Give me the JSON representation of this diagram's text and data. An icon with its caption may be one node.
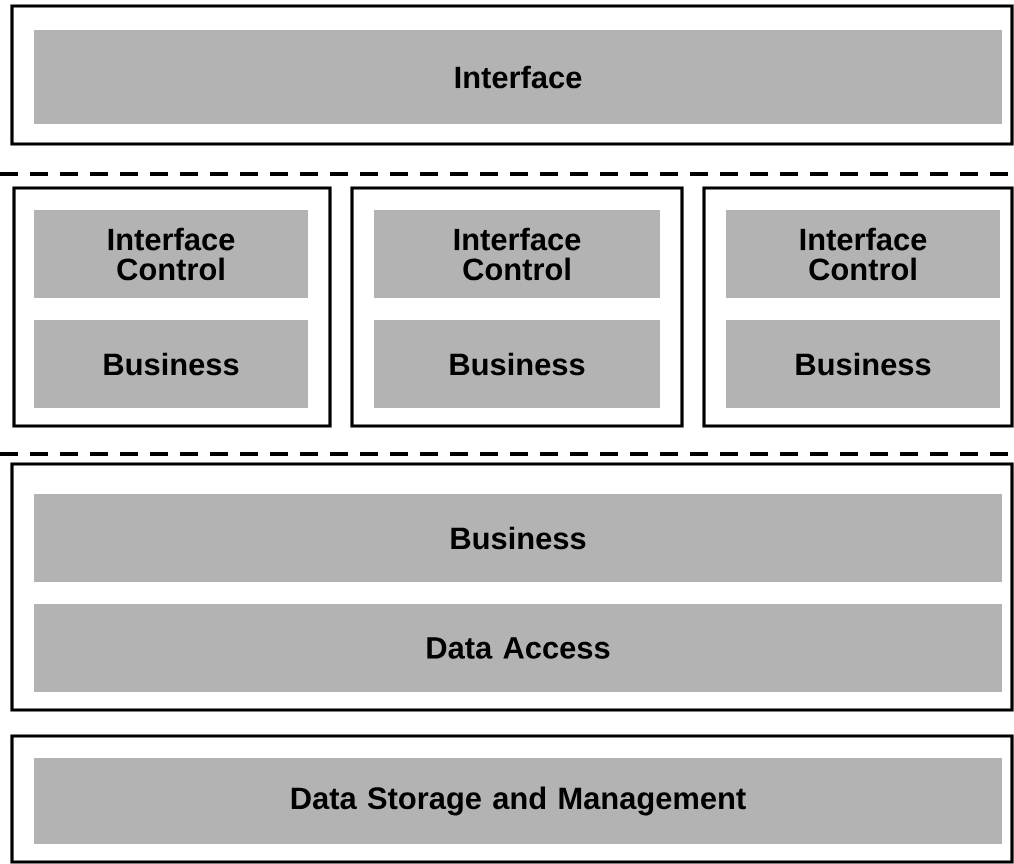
{
  "diagram": {
    "nodes": [
      {
        "text": [],
        "shape": "box"
      },
      {
        "text": [
          "Interface"
        ],
        "in": 0
      },
      {
        "text": [],
        "shape": "box"
      },
      {
        "text": [
          "Interface Control"
        ],
        "in": 2
      },
      {
        "text": [
          "Business"
        ],
        "in": 2
      },
      {
        "text": [],
        "shape": "box"
      },
      {
        "text": [
          "Interface Control"
        ],
        "in": 5
      },
      {
        "text": [
          "Business"
        ],
        "in": 5
      },
      {
        "text": [],
        "shape": "box"
      },
      {
        "text": [
          "Interface Control"
        ],
        "in": 8
      },
      {
        "text": [
          "Business"
        ],
        "in": 8
      },
      {
        "text": [],
        "shape": "box"
      },
      {
        "text": [
          "Business"
        ],
        "in": 11
      },
      {
        "text": [
          "Data Access"
        ],
        "in": 11
      },
      {
        "text": [],
        "shape": "box"
      },
      {
        "text": [
          "Data Storage and Management"
        ],
        "in": 14
      }
    ]
  }
}
